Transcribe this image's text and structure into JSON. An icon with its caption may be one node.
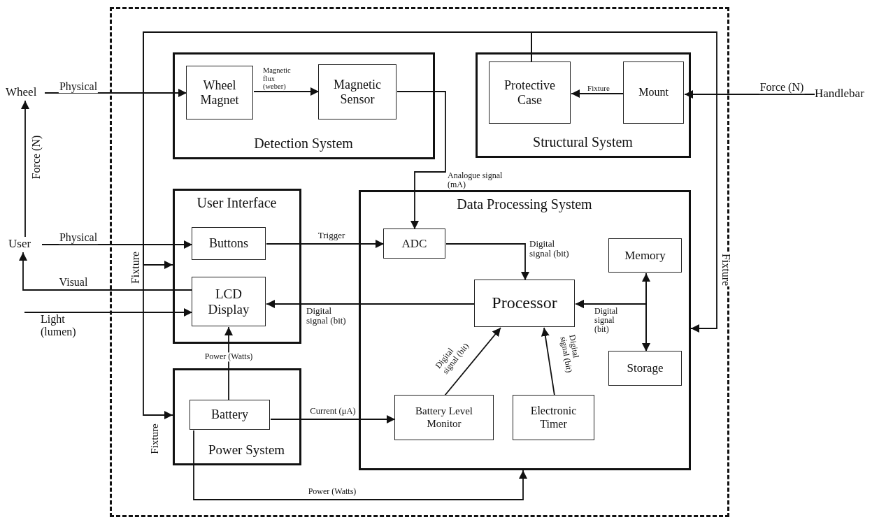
{
  "diagram": {
    "nodes": [
      {
        "text": [],
        "shape": "box"
      },
      {
        "text": [
          "Wheel"
        ]
      },
      {
        "text": [
          "Handlebar"
        ]
      },
      {
        "text": [
          "User"
        ]
      },
      {
        "text": [
          "Detection System"
        ],
        "in": 0
      },
      {
        "text": [
          "Wheel Magnet"
        ],
        "in": 4
      },
      {
        "text": [
          "Magnetic Sensor"
        ],
        "in": 4
      },
      {
        "text": [
          "Structural System"
        ],
        "in": 0
      },
      {
        "text": [
          "Protective Case"
        ],
        "in": 7
      },
      {
        "text": [
          "Mount"
        ],
        "in": 7
      },
      {
        "text": [
          "User Interface"
        ],
        "in": 0
      },
      {
        "text": [
          "Buttons"
        ],
        "in": 10
      },
      {
        "text": [
          "LCD Display"
        ],
        "in": 10
      },
      {
        "text": [
          "Power System"
        ],
        "in": 0
      },
      {
        "text": [
          "Battery"
        ],
        "in": 13
      },
      {
        "text": [
          "Data Processing System"
        ],
        "in": 0
      },
      {
        "text": [
          "ADC"
        ],
        "in": 15
      },
      {
        "text": [
          "Processor"
        ],
        "in": 15
      },
      {
        "text": [
          "Memory"
        ],
        "in": 15
      },
      {
        "text": [
          "Storage"
        ],
        "in": 15
      },
      {
        "text": [
          "Battery Level Monitor"
        ],
        "in": 15
      },
      {
        "text": [
          "Electronic Timer"
        ],
        "in": 15
      }
    ],
    "edges": [
      {
        "from": 1,
        "to": 5,
        "arrow": "to",
        "label": "Physical"
      },
      {
        "from": 5,
        "to": 6,
        "arrow": "to",
        "label": "Magnetic flux (weber)"
      },
      {
        "from": 6,
        "to": 16,
        "arrow": "to",
        "label": "Analogue signal (mA)"
      },
      {
        "from": 2,
        "to": 9,
        "arrow": "to",
        "label": "Force (N)"
      },
      {
        "from": 9,
        "to": 8,
        "arrow": "to",
        "label": "Fixture"
      },
      {
        "from": 3,
        "to": 1,
        "arrow": "to",
        "label": "Force (N)"
      },
      {
        "from": 3,
        "to": 11,
        "arrow": "to",
        "label": "Physical"
      },
      {
        "from": 12,
        "to": 3,
        "arrow": "to",
        "label": "Visual"
      },
      {
        "from": null,
        "to": 12,
        "arrow": "to",
        "label": "Light (lumen)"
      },
      {
        "from": 8,
        "to": 10,
        "arrow": "to",
        "label": "Fixture"
      },
      {
        "from": 8,
        "to": 13,
        "arrow": "to",
        "label": "Fixture"
      },
      {
        "from": 8,
        "to": 15,
        "arrow": "to",
        "label": "Fixture"
      },
      {
        "from": 11,
        "to": 16,
        "arrow": "to",
        "label": "Trigger"
      },
      {
        "from": 16,
        "to": 17,
        "arrow": "to",
        "label": "Digital signal (bit)"
      },
      {
        "from": 17,
        "to": 12,
        "arrow": "to",
        "label": "Digital signal (bit)"
      },
      {
        "from": 18,
        "to": 17,
        "arrow": "to",
        "label": "Digital signal (bit)"
      },
      {
        "from": 19,
        "to": 17,
        "arrow": "to"
      },
      {
        "from": 18,
        "to": 19,
        "arrow": "both"
      },
      {
        "from": 20,
        "to": 17,
        "arrow": "to",
        "label": "Digital signal (bit)"
      },
      {
        "from": 21,
        "to": 17,
        "arrow": "to",
        "label": "Digital signal (bit)"
      },
      {
        "from": 14,
        "to": 12,
        "arrow": "to",
        "label": "Power (Watts)"
      },
      {
        "from": 14,
        "to": 20,
        "arrow": "to",
        "label": "Current (μA)"
      },
      {
        "from": 14,
        "to": 15,
        "arrow": "to",
        "label": "Power (Watts)"
      }
    ]
  }
}
